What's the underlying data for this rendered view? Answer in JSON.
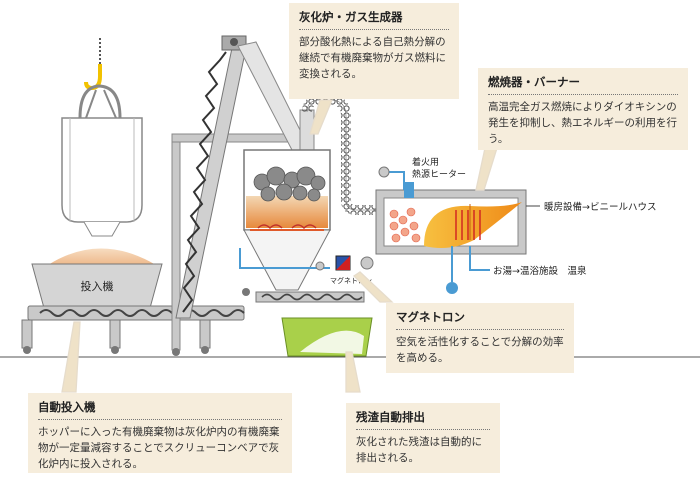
{
  "callouts": {
    "gasifier": {
      "title": "灰化炉・ガス生成器",
      "text": "部分酸化熱による自己熱分解の継続で有機廃棄物がガス燃料に変換される。"
    },
    "burner": {
      "title": "燃焼器・バーナー",
      "text": "高温完全ガス燃焼によりダイオキシンの発生を抑制し、熱エネルギーの利用を行う。"
    },
    "magnetron": {
      "title": "マグネトロン",
      "text": "空気を活性化することで分解の効率を高める。"
    },
    "feeder": {
      "title": "自動投入機",
      "text": "ホッパーに入った有機廃棄物は灰化炉内の有機廃棄物が一定量減容することでスクリューコンベアで灰化炉内に投入される。"
    },
    "residue": {
      "title": "残渣自動排出",
      "text": "灰化された残渣は自動的に排出される。"
    }
  },
  "labels": {
    "hopper": "投入機",
    "heater_line1": "着火用",
    "heater_line2": "熱源ヒーター",
    "heating": "暖房設備→ビニールハウス",
    "hot_water": "お湯→温浴施設　温泉",
    "magnetron_small": "マグネトロン"
  },
  "colors": {
    "callout_bg": "#f6eddc",
    "machine_gray": "#c9c9c9",
    "waste": "#f0c8a0",
    "flame": "#f2a22c",
    "residue_tray": "#a9d04a",
    "water_pipe": "#4a9bd3",
    "hook": "#f2c200"
  }
}
